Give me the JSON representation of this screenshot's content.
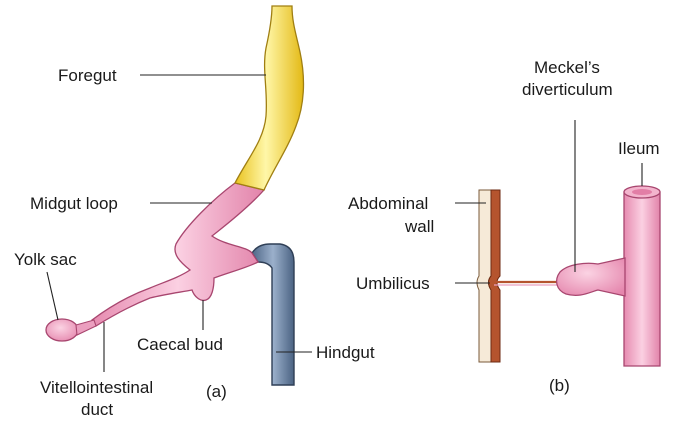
{
  "figure_a": {
    "panel_label": "(a)",
    "labels": {
      "foregut": "Foregut",
      "midgut_loop": "Midgut loop",
      "yolk_sac": "Yolk sac",
      "caecal_bud": "Caecal bud",
      "hindgut": "Hindgut",
      "vitellointestinal_duct_line1": "Vitellointestinal",
      "vitellointestinal_duct_line2": "duct"
    }
  },
  "figure_b": {
    "panel_label": "(b)",
    "labels": {
      "meckels_line1": "Meckel’s",
      "meckels_line2": "diverticulum",
      "ileum": "Ileum",
      "abdominal_wall_line1": "Abdominal",
      "abdominal_wall_line2": "wall",
      "umbilicus": "Umbilicus"
    }
  },
  "colors": {
    "foregut_yellow": "#f2d53c",
    "gut_pink": "#f0a3c2",
    "hindgut_blue": "#6f86a6",
    "wall_brown": "#b5542e",
    "wall_cream": "#f6ead8"
  }
}
